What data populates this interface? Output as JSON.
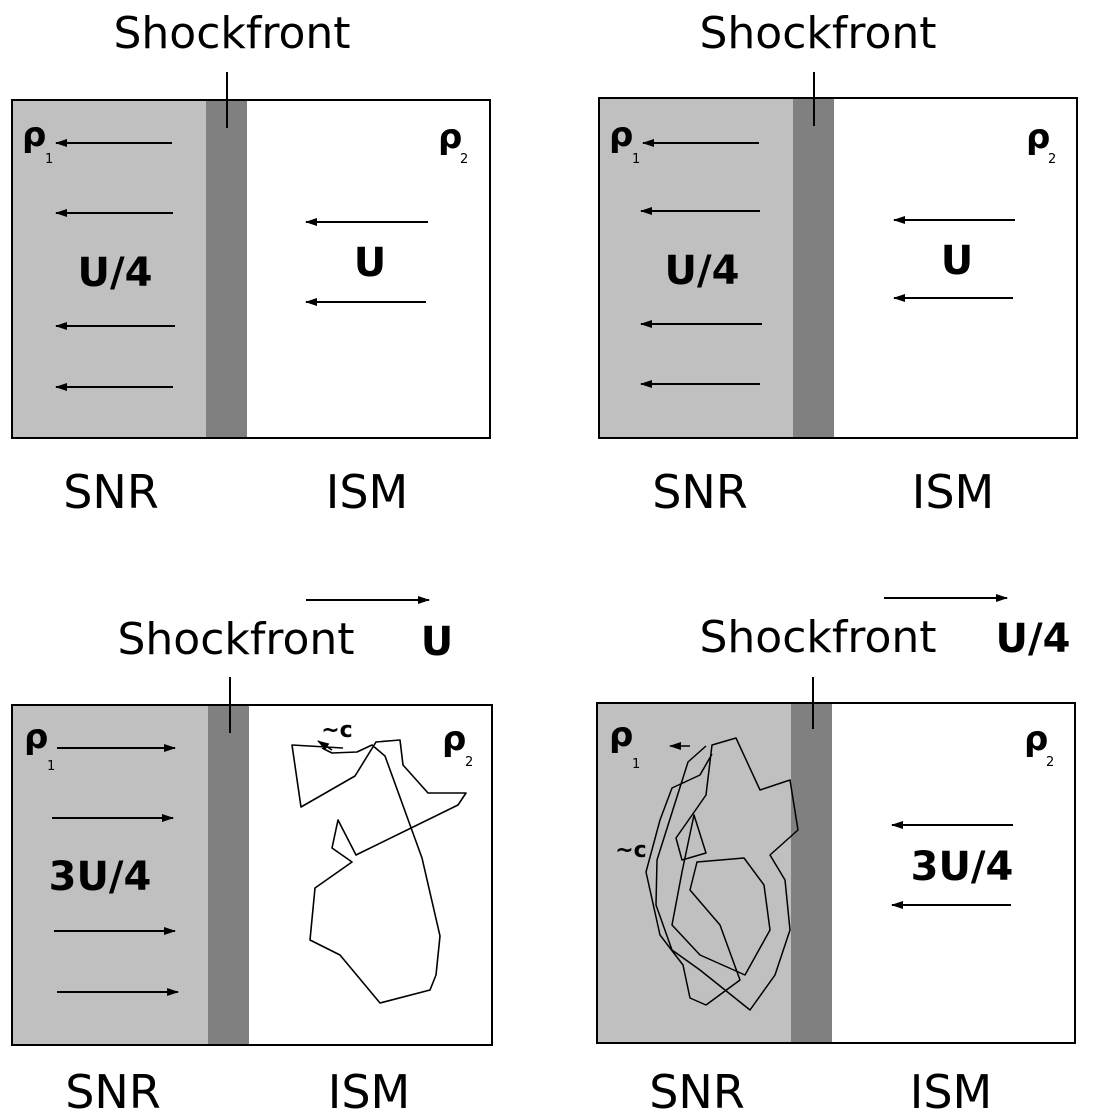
{
  "panels": [
    {
      "shock_label": "Shockfront",
      "rho_left": "ρ",
      "rho_left_sub": "1",
      "rho_right": "ρ",
      "rho_right_sub": "2",
      "snr_velocity": "U/4",
      "ism_velocity": "U",
      "left_label": "SNR",
      "right_label": "ISM"
    },
    {
      "shock_label": "Shockfront",
      "rho_left": "ρ",
      "rho_left_sub": "1",
      "rho_right": "ρ",
      "rho_right_sub": "2",
      "snr_velocity": "U/4",
      "ism_velocity": "U",
      "left_label": "SNR",
      "right_label": "ISM"
    },
    {
      "shock_label": "Shockfront",
      "shock_velocity": "U",
      "rho_left": "ρ",
      "rho_left_sub": "1",
      "rho_right": "ρ",
      "rho_right_sub": "2",
      "snr_velocity": "3U/4",
      "particle_speed": "~c",
      "left_label": "SNR",
      "right_label": "ISM"
    },
    {
      "shock_label": "Shockfront",
      "shock_velocity": "U/4",
      "rho_left": "ρ",
      "rho_left_sub": "1",
      "rho_right": "ρ",
      "rho_right_sub": "2",
      "particle_speed": "~c",
      "ism_velocity": "3U/4",
      "left_label": "SNR",
      "right_label": "ISM"
    }
  ]
}
